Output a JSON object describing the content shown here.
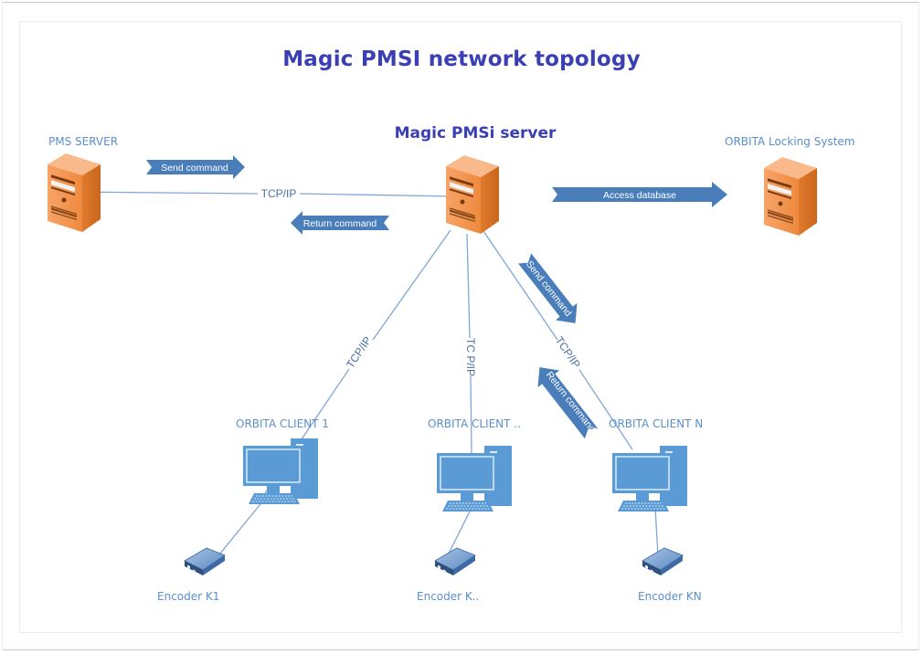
{
  "title": "Magic PMSI network topology",
  "central_server": {
    "label": "Magic PMSi server"
  },
  "pms_server": {
    "label": "PMS SERVER"
  },
  "locking_system": {
    "label": "ORBITA Locking System"
  },
  "clients": [
    {
      "label": "ORBITA CLIENT 1",
      "encoder": "Encoder K1",
      "link_label": "TCP/IP"
    },
    {
      "label": "ORBITA CLIENT ..",
      "encoder": "Encoder K..",
      "link_label": "TC P/IP"
    },
    {
      "label": "ORBITA CLIENT N",
      "encoder": "Encoder KN",
      "link_label": "TCP/IP"
    }
  ],
  "links": {
    "pms_link_label": "TCP/IP"
  },
  "arrows": {
    "pms_send": "Send command",
    "pms_return": "Return command",
    "access_db": "Access database",
    "client_send": "Send command",
    "client_return": "Return command"
  },
  "colors": {
    "title": "#3a3fb4",
    "label": "#5b8fcc",
    "arrow_fill": "#4a7ebb",
    "line": "#7fa6d6",
    "server_orange": "#f08a3c",
    "client_blue": "#5b9bd5"
  }
}
